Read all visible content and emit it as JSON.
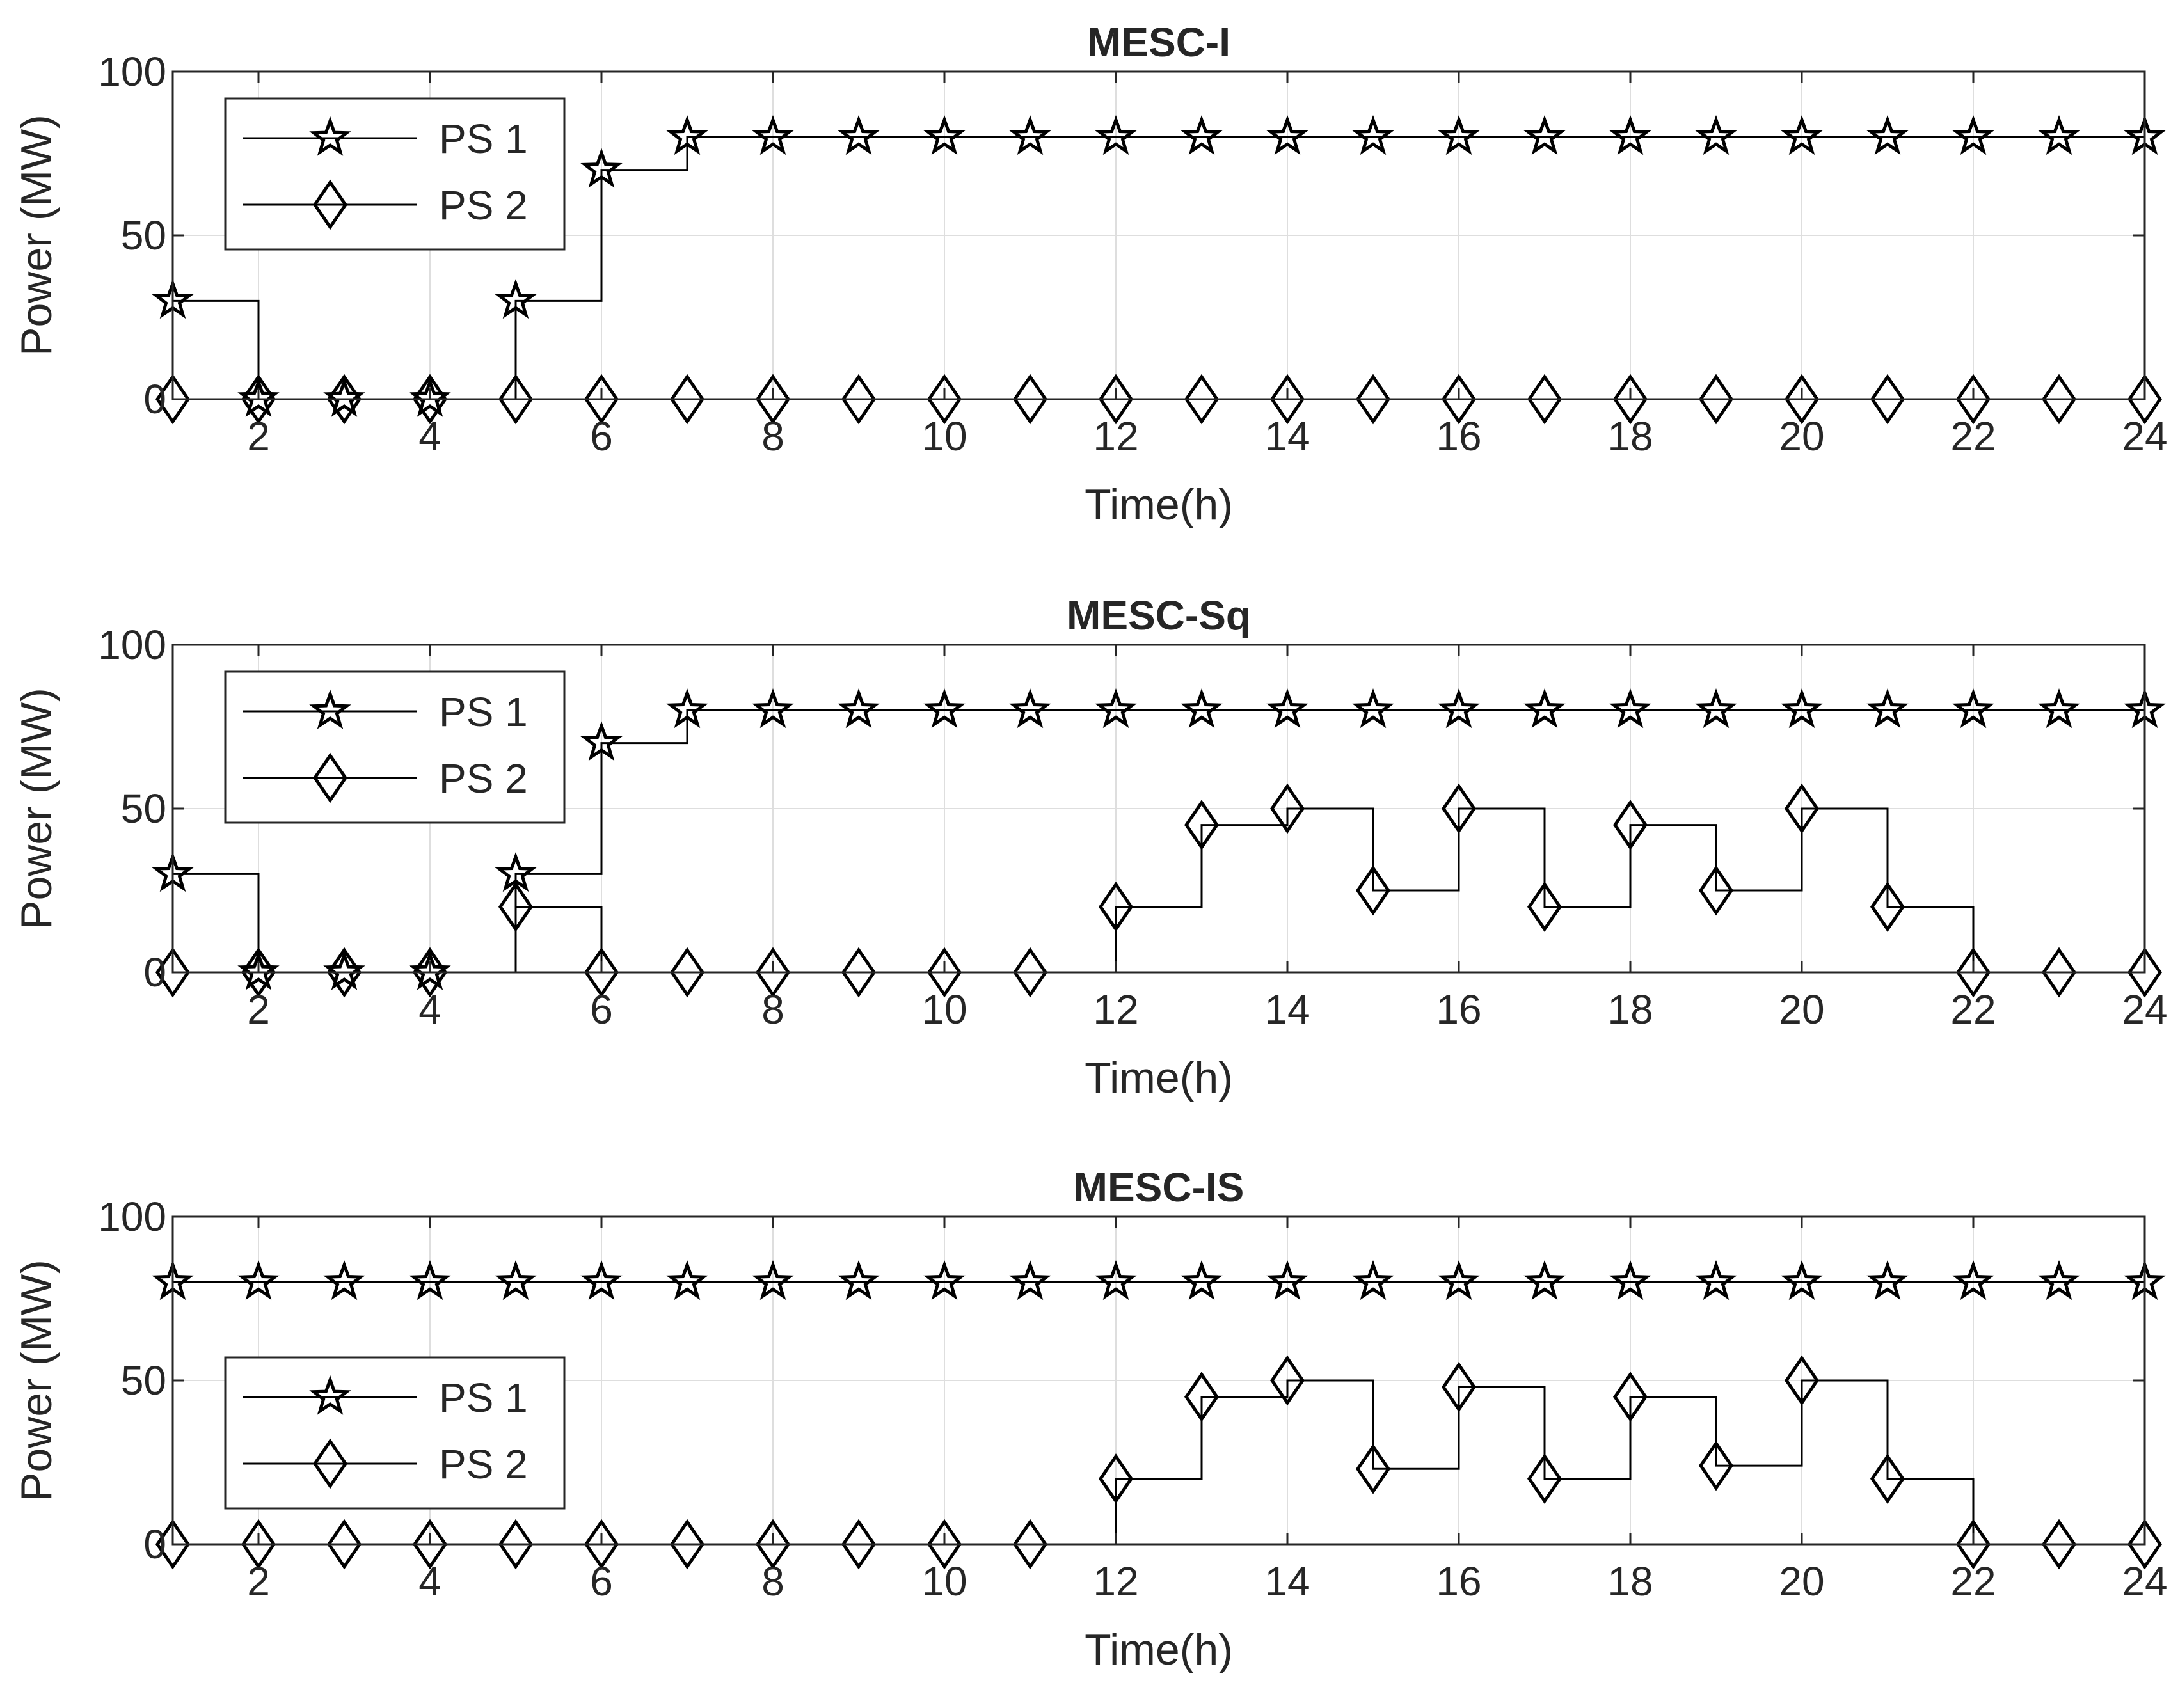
{
  "chart_data": [
    {
      "type": "line",
      "step": "post",
      "title": "MESC-I",
      "xlabel": "Time(h)",
      "ylabel": "Power (MW)",
      "xlim": [
        1,
        24
      ],
      "ylim": [
        0,
        100
      ],
      "xticks": [
        2,
        4,
        6,
        8,
        10,
        12,
        14,
        16,
        18,
        20,
        22,
        24
      ],
      "yticks": [
        0,
        50,
        100
      ],
      "grid": true,
      "legend_position": "top-left",
      "x": [
        1,
        2,
        3,
        4,
        5,
        6,
        7,
        8,
        9,
        10,
        11,
        12,
        13,
        14,
        15,
        16,
        17,
        18,
        19,
        20,
        21,
        22,
        23,
        24
      ],
      "series": [
        {
          "name": "PS 1",
          "marker": "star",
          "values": [
            30,
            0,
            0,
            0,
            30,
            70,
            80,
            80,
            80,
            80,
            80,
            80,
            80,
            80,
            80,
            80,
            80,
            80,
            80,
            80,
            80,
            80,
            80,
            80
          ]
        },
        {
          "name": "PS 2",
          "marker": "diamond",
          "values": [
            0,
            0,
            0,
            0,
            0,
            0,
            0,
            0,
            0,
            0,
            0,
            0,
            0,
            0,
            0,
            0,
            0,
            0,
            0,
            0,
            0,
            0,
            0,
            0
          ]
        }
      ]
    },
    {
      "type": "line",
      "step": "post",
      "title": "MESC-Sq",
      "xlabel": "Time(h)",
      "ylabel": "Power (MW)",
      "xlim": [
        1,
        24
      ],
      "ylim": [
        0,
        100
      ],
      "xticks": [
        2,
        4,
        6,
        8,
        10,
        12,
        14,
        16,
        18,
        20,
        22,
        24
      ],
      "yticks": [
        0,
        50,
        100
      ],
      "grid": true,
      "legend_position": "top-left",
      "x": [
        1,
        2,
        3,
        4,
        5,
        6,
        7,
        8,
        9,
        10,
        11,
        12,
        13,
        14,
        15,
        16,
        17,
        18,
        19,
        20,
        21,
        22,
        23,
        24
      ],
      "series": [
        {
          "name": "PS 1",
          "marker": "star",
          "values": [
            30,
            0,
            0,
            0,
            30,
            70,
            80,
            80,
            80,
            80,
            80,
            80,
            80,
            80,
            80,
            80,
            80,
            80,
            80,
            80,
            80,
            80,
            80,
            80
          ]
        },
        {
          "name": "PS 2",
          "marker": "diamond",
          "values": [
            0,
            0,
            0,
            0,
            20,
            0,
            0,
            0,
            0,
            0,
            0,
            20,
            45,
            50,
            25,
            50,
            20,
            45,
            25,
            50,
            20,
            0,
            0,
            0
          ]
        }
      ]
    },
    {
      "type": "line",
      "step": "post",
      "title": "MESC-IS",
      "xlabel": "Time(h)",
      "ylabel": "Power (MW)",
      "xlim": [
        1,
        24
      ],
      "ylim": [
        0,
        100
      ],
      "xticks": [
        2,
        4,
        6,
        8,
        10,
        12,
        14,
        16,
        18,
        20,
        22,
        24
      ],
      "yticks": [
        0,
        50,
        100
      ],
      "grid": true,
      "legend_position": "bottom-left",
      "x": [
        1,
        2,
        3,
        4,
        5,
        6,
        7,
        8,
        9,
        10,
        11,
        12,
        13,
        14,
        15,
        16,
        17,
        18,
        19,
        20,
        21,
        22,
        23,
        24
      ],
      "series": [
        {
          "name": "PS 1",
          "marker": "star",
          "values": [
            80,
            80,
            80,
            80,
            80,
            80,
            80,
            80,
            80,
            80,
            80,
            80,
            80,
            80,
            80,
            80,
            80,
            80,
            80,
            80,
            80,
            80,
            80,
            80
          ]
        },
        {
          "name": "PS 2",
          "marker": "diamond",
          "values": [
            0,
            0,
            0,
            0,
            0,
            0,
            0,
            0,
            0,
            0,
            0,
            20,
            45,
            50,
            23,
            48,
            20,
            45,
            24,
            50,
            20,
            0,
            0,
            0
          ]
        }
      ]
    }
  ]
}
